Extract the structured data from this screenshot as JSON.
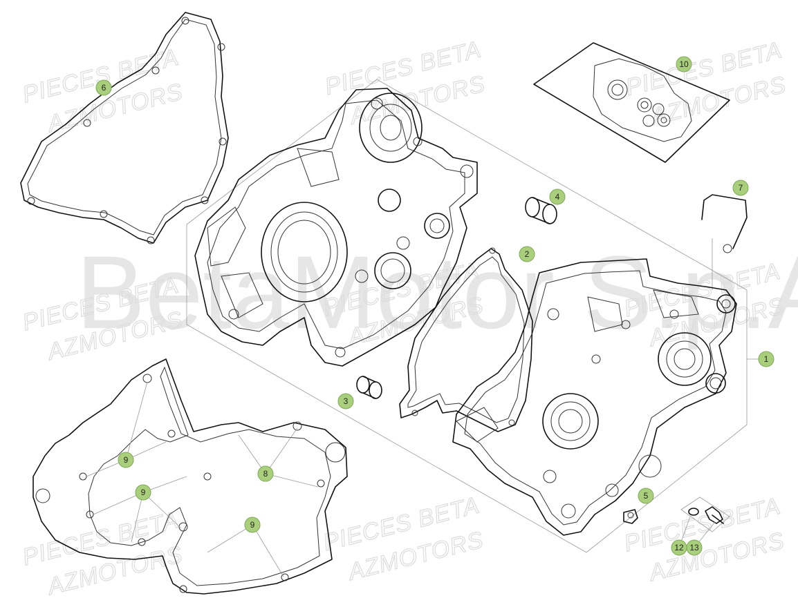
{
  "watermark": {
    "brand_text": "BetaMotor S.p.A.",
    "line1": "PIECES BETA",
    "line2": "AZMOTORS"
  },
  "callouts": [
    {
      "id": "c1",
      "label": "1"
    },
    {
      "id": "c2",
      "label": "2"
    },
    {
      "id": "c3",
      "label": "3"
    },
    {
      "id": "c4",
      "label": "4"
    },
    {
      "id": "c5",
      "label": "5"
    },
    {
      "id": "c6",
      "label": "6"
    },
    {
      "id": "c7",
      "label": "7"
    },
    {
      "id": "c8",
      "label": "8"
    },
    {
      "id": "c9a",
      "label": "9"
    },
    {
      "id": "c9b",
      "label": "9"
    },
    {
      "id": "c9c",
      "label": "9"
    },
    {
      "id": "c10",
      "label": "10"
    },
    {
      "id": "c12",
      "label": "12"
    },
    {
      "id": "c13",
      "label": "13"
    }
  ],
  "colors": {
    "callout_fill": "#a9cf7c",
    "line": "#111111",
    "watermark": "#dcdcdc"
  }
}
